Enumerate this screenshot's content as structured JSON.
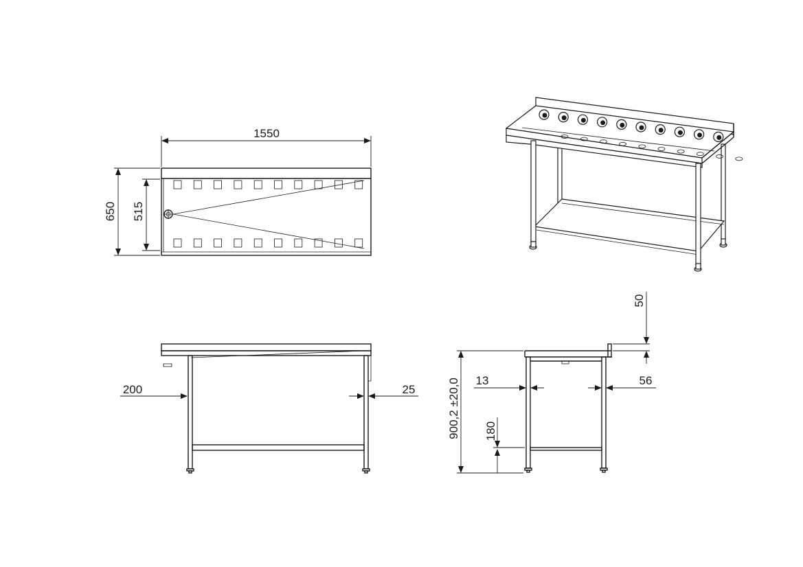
{
  "dimensions": {
    "top_width": "1550",
    "top_depth": "650",
    "top_inner_depth": "515",
    "front_left_offset": "200",
    "front_right_leg": "25",
    "side_height": "900,2 ±20,0",
    "side_left_leg": "13",
    "side_shelf_height": "180",
    "side_upstand": "50",
    "side_right_offset": "56"
  }
}
